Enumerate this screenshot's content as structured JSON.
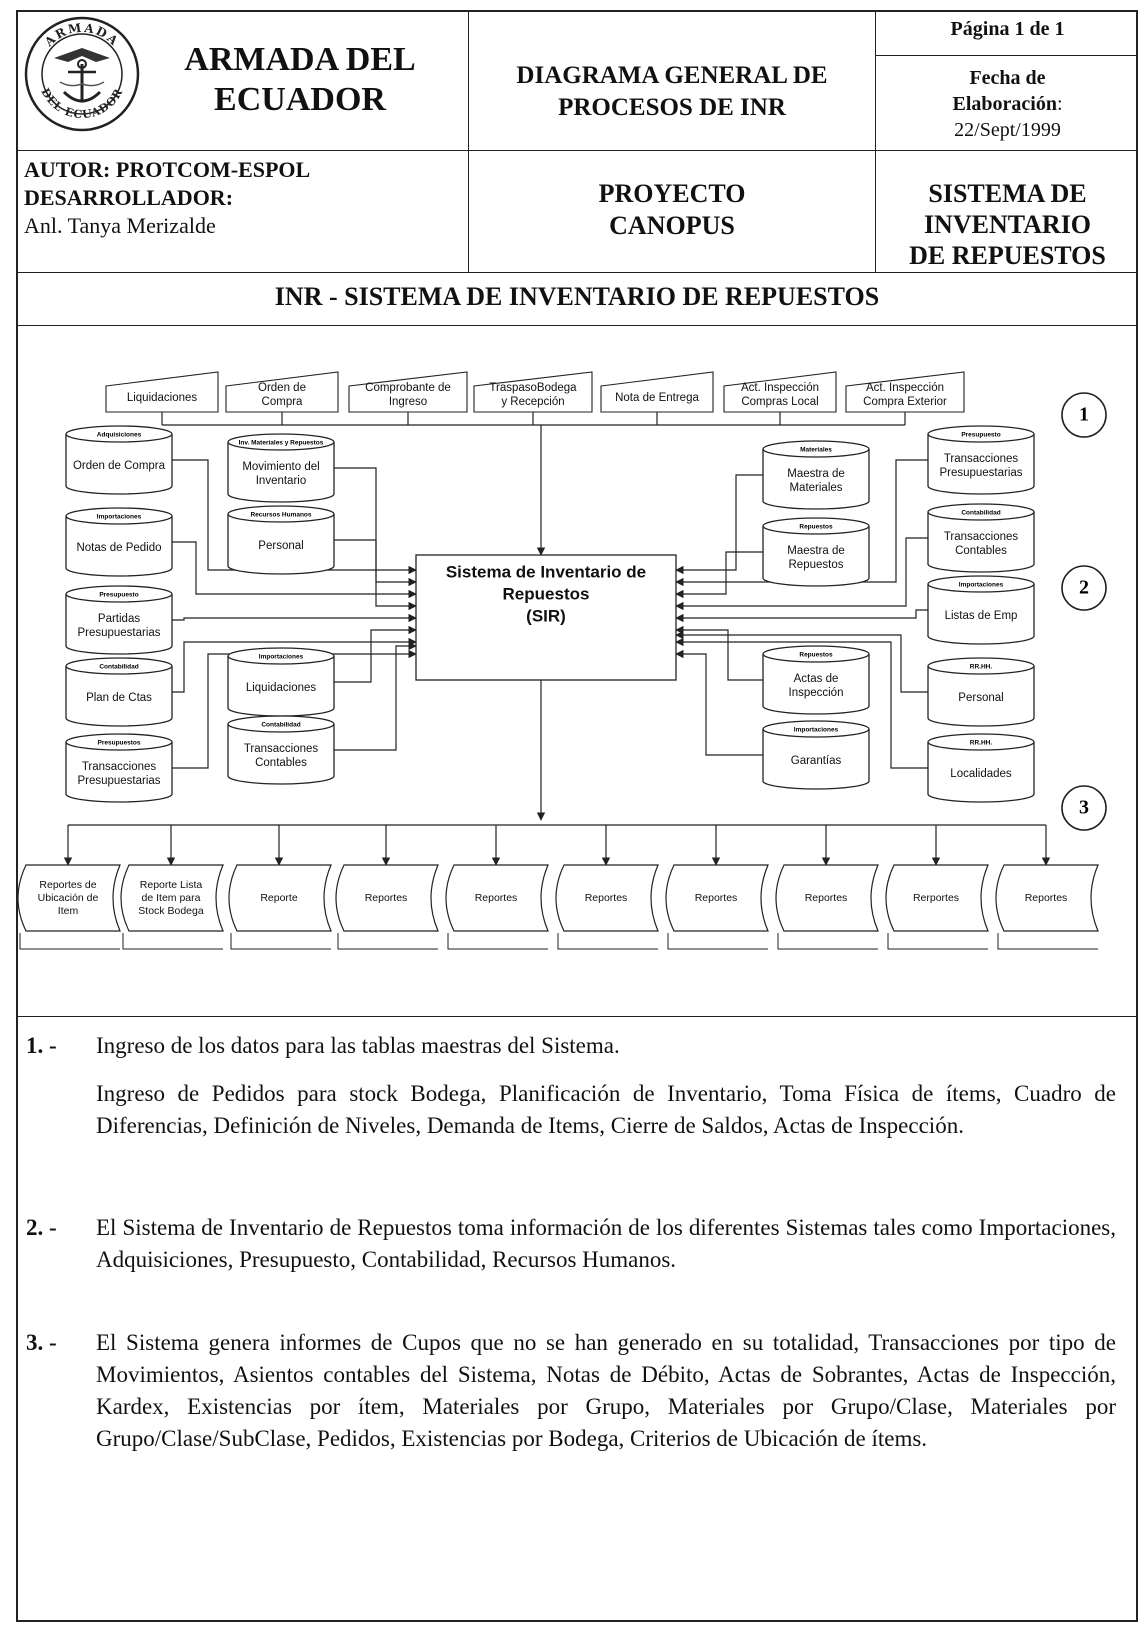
{
  "header": {
    "org_line1": "ARMADA DEL",
    "org_line2": "ECUADOR",
    "seal_top": "ARMADA",
    "seal_bottom": "DEL ECUADOR",
    "title_line1": "DIAGRAMA GENERAL DE",
    "title_line2": "PROCESOS DE INR",
    "page": "Página 1 de 1",
    "fecha_label1": "Fecha de",
    "fecha_label2": "Elaboración",
    "fecha_colon": ":",
    "fecha_value": "22/Sept/1999",
    "autor": "AUTOR: PROTCOM-ESPOL",
    "desarrollador": "DESARROLLADOR:",
    "desarrollador_name": "Anl. Tanya Merizalde",
    "project_line1": "PROYECTO",
    "project_line2": "CANOPUS",
    "system_line1": "SISTEMA DE",
    "system_line2": "INVENTARIO",
    "system_line3": "DE REPUESTOS",
    "section_title": "INR -  SISTEMA DE INVENTARIO DE REPUESTOS"
  },
  "diagram": {
    "central": [
      "Sistema de Inventario de",
      "Repuestos",
      "(SIR)"
    ],
    "inputs": [
      [
        "Liquidaciones"
      ],
      [
        "Orden de",
        "Compra"
      ],
      [
        "Comprobante de",
        "Ingreso"
      ],
      [
        "TraspasoBodega",
        "y Recepción"
      ],
      [
        "Nota de Entrega"
      ],
      [
        "Act. Inspección",
        "Compras Local"
      ],
      [
        "Act. Inspección",
        "Compra Exterior"
      ]
    ],
    "left_outer": [
      {
        "system": "Adquisiciones",
        "label": [
          "Orden de Compra"
        ]
      },
      {
        "system": "Importaciones",
        "label": [
          "Notas de Pedido"
        ]
      },
      {
        "system": "Presupuesto",
        "label": [
          "Partidas",
          "Presupuestarias"
        ]
      },
      {
        "system": "Contabilidad",
        "label": [
          "Plan de Ctas"
        ]
      },
      {
        "system": "Presupuestos",
        "label": [
          "Transacciones",
          "Presupuestarias"
        ]
      }
    ],
    "left_inner": [
      {
        "system": "Inv. Materiales y Repuestos",
        "label": [
          "Movimiento del",
          "Inventario"
        ]
      },
      {
        "system": "Recursos Humanos",
        "label": [
          "Personal"
        ]
      },
      {
        "system": "Importaciones",
        "label": [
          "Liquidaciones"
        ]
      },
      {
        "system": "Contabilidad",
        "label": [
          "Transacciones",
          "Contables"
        ]
      }
    ],
    "right_inner": [
      {
        "system": "Materiales",
        "label": [
          "Maestra de",
          "Materiales"
        ]
      },
      {
        "system": "Repuestos",
        "label": [
          "Maestra de",
          "Repuestos"
        ]
      },
      {
        "system": "Repuestos",
        "label": [
          "Actas de",
          "Inspección"
        ]
      },
      {
        "system": "Importaciones",
        "label": [
          "Garantías"
        ]
      }
    ],
    "right_outer": [
      {
        "system": "Presupuesto",
        "label": [
          "Transacciones",
          "Presupuestarias"
        ]
      },
      {
        "system": "Contabilidad",
        "label": [
          "Transacciones",
          "Contables"
        ]
      },
      {
        "system": "Importaciones",
        "label": [
          "Listas de Emp"
        ]
      },
      {
        "system": "RR.HH.",
        "label": [
          "Personal"
        ]
      },
      {
        "system": "RR.HH.",
        "label": [
          "Localidades"
        ]
      }
    ],
    "outputs": [
      [
        "Reportes de",
        "Ubicación de",
        "Item"
      ],
      [
        "Reporte Lista",
        "de Item para",
        "Stock Bodega"
      ],
      [
        "Reporte"
      ],
      [
        "Reportes"
      ],
      [
        "Reportes"
      ],
      [
        "Reportes"
      ],
      [
        "Reportes"
      ],
      [
        "Reportes"
      ],
      [
        "Rerportes"
      ],
      [
        "Reportes"
      ]
    ],
    "markers": [
      "1",
      "2",
      "3"
    ]
  },
  "notes": [
    {
      "num": "1. -",
      "paragraphs": [
        "Ingreso de los datos para las tablas maestras del Sistema.",
        "Ingreso de Pedidos para stock Bodega, Planificación de Inventario, Toma Física de ítems, Cuadro de Diferencias, Definición de Niveles, Demanda de Items, Cierre de Saldos, Actas de Inspección."
      ]
    },
    {
      "num": "2. -",
      "paragraphs": [
        "El Sistema de Inventario de Repuestos toma información de los diferentes Sistemas tales como Importaciones, Adquisiciones, Presupuesto, Contabilidad, Recursos Humanos."
      ]
    },
    {
      "num": "3. -",
      "paragraphs": [
        "El Sistema genera informes de Cupos que no se han generado en su totalidad, Transacciones por tipo de Movimientos, Asientos contables del Sistema, Notas de Débito, Actas de Sobrantes, Actas de Inspección, Kardex, Existencias por ítem, Materiales por Grupo, Materiales por Grupo/Clase, Materiales por Grupo/Clase/SubClase, Pedidos, Existencias por Bodega, Criterios de Ubicación de ítems."
      ]
    }
  ]
}
